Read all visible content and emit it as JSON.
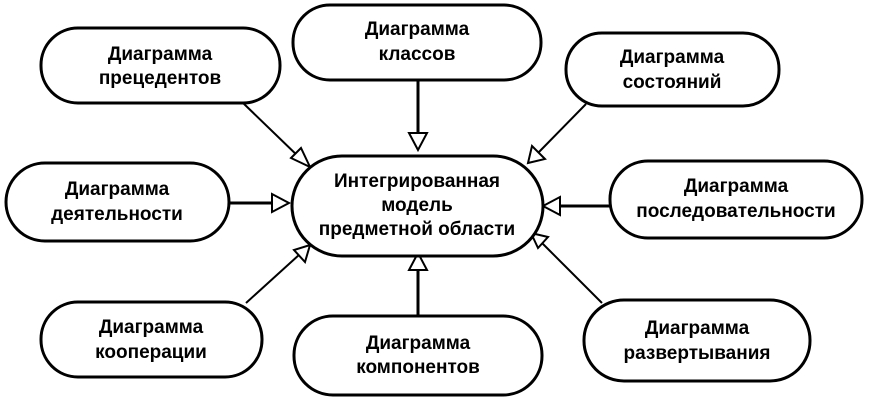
{
  "center": {
    "line1": "Интегрированная",
    "line2": "модель",
    "line3": "предметной области"
  },
  "nodes": {
    "precedents": {
      "line1": "Диаграмма",
      "line2": "прецедентов"
    },
    "classes": {
      "line1": "Диаграмма",
      "line2": "классов"
    },
    "states": {
      "line1": "Диаграмма",
      "line2": "состояний"
    },
    "activity": {
      "line1": "Диаграмма",
      "line2": "деятельности"
    },
    "sequence": {
      "line1": "Диаграмма",
      "line2": "последовательности"
    },
    "cooperation": {
      "line1": "Диаграмма",
      "line2": "кооперации"
    },
    "components": {
      "line1": "Диаграмма",
      "line2": "компонентов"
    },
    "deployment": {
      "line1": "Диаграмма",
      "line2": "развертывания"
    }
  }
}
